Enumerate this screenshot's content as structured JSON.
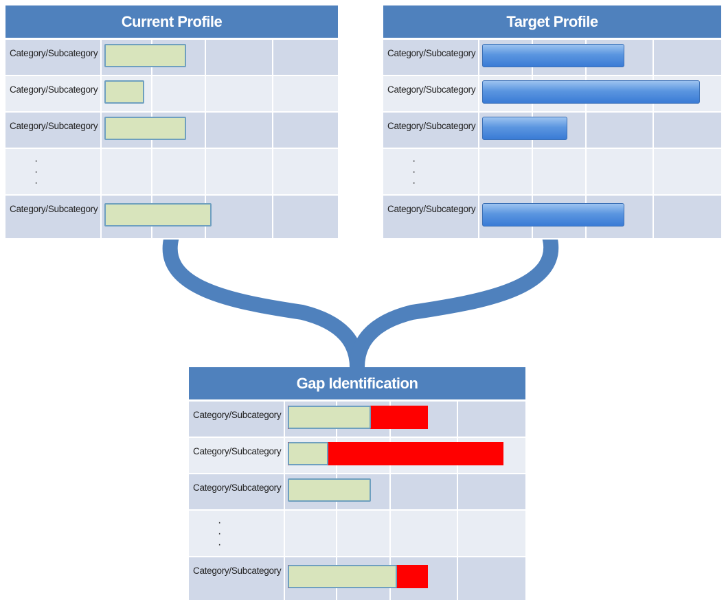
{
  "panels": {
    "current": {
      "title": "Current Profile",
      "rows": [
        {
          "label": "Category/Subcategory",
          "current": 0.35
        },
        {
          "label": "Category/Subcategory",
          "current": 0.17
        },
        {
          "label": "Category/Subcategory",
          "current": 0.35
        },
        {
          "label": "",
          "ellipsis": "·\n·\n·"
        },
        {
          "label": "Category/Subcategory",
          "current": 0.46
        }
      ]
    },
    "target": {
      "title": "Target Profile",
      "rows": [
        {
          "label": "Category/Subcategory",
          "target": 0.6
        },
        {
          "label": "Category/Subcategory",
          "target": 0.92
        },
        {
          "label": "Category/Subcategory",
          "target": 0.36
        },
        {
          "label": "",
          "ellipsis": "·\n·\n·"
        },
        {
          "label": "Category/Subcategory",
          "target": 0.6
        }
      ]
    },
    "gap": {
      "title": "Gap Identification",
      "rows": [
        {
          "label": "Category/Subcategory",
          "current": 0.35,
          "target": 0.59
        },
        {
          "label": "Category/Subcategory",
          "current": 0.17,
          "target": 0.91
        },
        {
          "label": "Category/Subcategory",
          "current": 0.35,
          "target": 0.35
        },
        {
          "label": "",
          "ellipsis": "·\n·\n·"
        },
        {
          "label": "Category/Subcategory",
          "current": 0.46,
          "target": 0.59
        }
      ]
    }
  },
  "colors": {
    "header": "#4f81bd",
    "current_bar": "#d8e4bc",
    "target_bar": "#4a86d8",
    "gap_bar": "#ff0000",
    "connector": "#4f81bd"
  }
}
